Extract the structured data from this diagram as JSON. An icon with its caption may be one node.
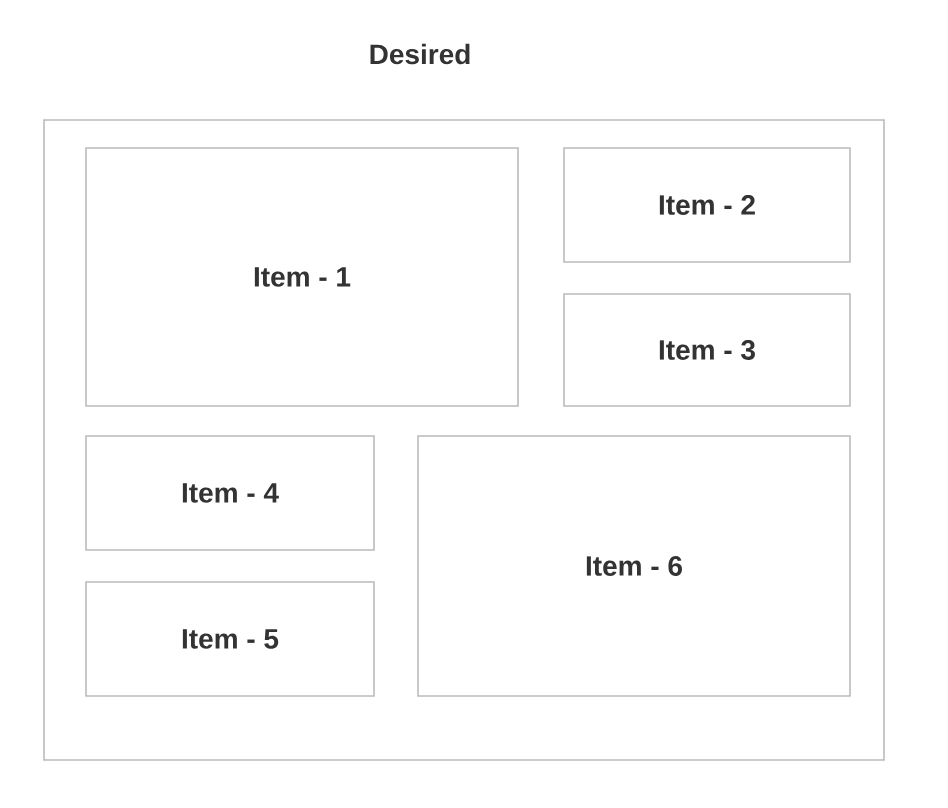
{
  "diagram": {
    "title": "Desired",
    "nodes": [
      {
        "text": [],
        "shape": "box"
      },
      {
        "text": [
          "Item - 1"
        ],
        "in": 0
      },
      {
        "text": [
          "Item - 2"
        ],
        "in": 0
      },
      {
        "text": [
          "Item - 3"
        ],
        "in": 0
      },
      {
        "text": [
          "Item - 4"
        ],
        "in": 0
      },
      {
        "text": [
          "Item - 5"
        ],
        "in": 0
      },
      {
        "text": [
          "Item - 6"
        ],
        "in": 0
      }
    ],
    "edges": []
  }
}
